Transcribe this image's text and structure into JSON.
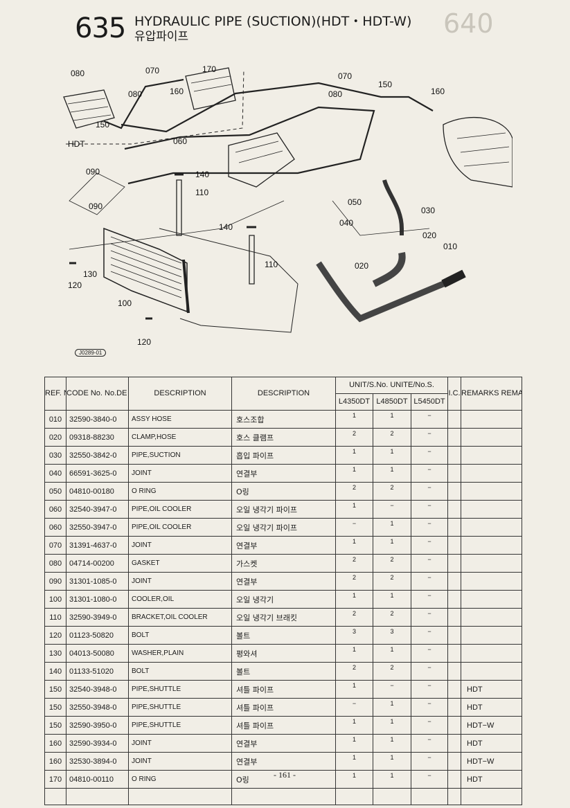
{
  "header": {
    "group_no": "635",
    "title": "HYDRAULIC PIPE (SUCTION)(HDT・HDT-W)",
    "title_kor": "유압파이프",
    "ghost_no": "640"
  },
  "diagram": {
    "callouts": [
      "080",
      "070",
      "170",
      "160",
      "080",
      "150",
      "060",
      "HDT",
      "090",
      "090",
      "140",
      "110",
      "140",
      "110",
      "130",
      "120",
      "100",
      "120",
      "070",
      "080",
      "150",
      "160",
      "050",
      "040",
      "030",
      "020",
      "010",
      "020"
    ],
    "drawing_code": "J0289-01"
  },
  "table": {
    "headers": {
      "ref": "REF. No.",
      "code": "CODE No. No.DE CODE",
      "description": "DESCRIPTION",
      "description_kor": "DESCRIPTION",
      "unit": "UNIT/S.No. UNITE/No.S.",
      "models": [
        "L4350DT",
        "L4850DT",
        "L5450DT"
      ],
      "ic": "I.C.",
      "remarks": "REMARKS REMARQUES"
    },
    "rows": [
      {
        "ref": "010",
        "code": "32590-3840-0",
        "desc": "ASSY HOSE",
        "kor": "호스조합",
        "q1": "1",
        "q2": "1",
        "q3": "−",
        "remarks": ""
      },
      {
        "ref": "020",
        "code": "09318-88230",
        "desc": "CLAMP,HOSE",
        "kor": "호스 클램프",
        "q1": "2",
        "q2": "2",
        "q3": "−",
        "remarks": ""
      },
      {
        "ref": "030",
        "code": "32550-3842-0",
        "desc": "PIPE,SUCTION",
        "kor": "흡입 파이프",
        "q1": "1",
        "q2": "1",
        "q3": "−",
        "remarks": ""
      },
      {
        "ref": "040",
        "code": "66591-3625-0",
        "desc": "JOINT",
        "kor": "연결부",
        "q1": "1",
        "q2": "1",
        "q3": "−",
        "remarks": ""
      },
      {
        "ref": "050",
        "code": "04810-00180",
        "desc": "O RING",
        "kor": "O링",
        "q1": "2",
        "q2": "2",
        "q3": "−",
        "remarks": ""
      },
      {
        "ref": "060",
        "code": "32540-3947-0",
        "desc": "PIPE,OIL COOLER",
        "kor": "오일 냉각기 파이프",
        "q1": "1",
        "q2": "−",
        "q3": "−",
        "remarks": ""
      },
      {
        "ref": "060",
        "code": "32550-3947-0",
        "desc": "PIPE,OIL COOLER",
        "kor": "오일 냉각기 파이프",
        "q1": "−",
        "q2": "1",
        "q3": "−",
        "remarks": ""
      },
      {
        "ref": "070",
        "code": "31391-4637-0",
        "desc": "JOINT",
        "kor": "연결부",
        "q1": "1",
        "q2": "1",
        "q3": "−",
        "remarks": ""
      },
      {
        "ref": "080",
        "code": "04714-00200",
        "desc": "GASKET",
        "kor": "가스켓",
        "q1": "2",
        "q2": "2",
        "q3": "−",
        "remarks": ""
      },
      {
        "ref": "090",
        "code": "31301-1085-0",
        "desc": "JOINT",
        "kor": "연결부",
        "q1": "2",
        "q2": "2",
        "q3": "−",
        "remarks": ""
      },
      {
        "ref": "100",
        "code": "31301-1080-0",
        "desc": "COOLER,OIL",
        "kor": "오일 냉각기",
        "q1": "1",
        "q2": "1",
        "q3": "−",
        "remarks": ""
      },
      {
        "ref": "110",
        "code": "32590-3949-0",
        "desc": "BRACKET,OIL COOLER",
        "kor": "오일 냉각기 브래킷",
        "q1": "2",
        "q2": "2",
        "q3": "−",
        "remarks": ""
      },
      {
        "ref": "120",
        "code": "01123-50820",
        "desc": "BOLT",
        "kor": "볼트",
        "q1": "3",
        "q2": "3",
        "q3": "−",
        "remarks": ""
      },
      {
        "ref": "130",
        "code": "04013-50080",
        "desc": "WASHER,PLAIN",
        "kor": "평와셔",
        "q1": "1",
        "q2": "1",
        "q3": "−",
        "remarks": ""
      },
      {
        "ref": "140",
        "code": "01133-51020",
        "desc": "BOLT",
        "kor": "볼트",
        "q1": "2",
        "q2": "2",
        "q3": "−",
        "remarks": ""
      },
      {
        "ref": "150",
        "code": "32540-3948-0",
        "desc": "PIPE,SHUTTLE",
        "kor": "셔틀 파이프",
        "q1": "1",
        "q2": "−",
        "q3": "−",
        "remarks": "HDT"
      },
      {
        "ref": "150",
        "code": "32550-3948-0",
        "desc": "PIPE,SHUTTLE",
        "kor": "셔틀 파이프",
        "q1": "−",
        "q2": "1",
        "q3": "−",
        "remarks": "HDT"
      },
      {
        "ref": "150",
        "code": "32590-3950-0",
        "desc": "PIPE,SHUTTLE",
        "kor": "셔틀 파이프",
        "q1": "1",
        "q2": "1",
        "q3": "−",
        "remarks": "HDT−W"
      },
      {
        "ref": "160",
        "code": "32590-3934-0",
        "desc": "JOINT",
        "kor": "연결부",
        "q1": "1",
        "q2": "1",
        "q3": "−",
        "remarks": "HDT"
      },
      {
        "ref": "160",
        "code": "32530-3894-0",
        "desc": "JOINT",
        "kor": "연결부",
        "q1": "1",
        "q2": "1",
        "q3": "−",
        "remarks": "HDT−W"
      },
      {
        "ref": "170",
        "code": "04810-00110",
        "desc": "O RING",
        "kor": "O링",
        "q1": "1",
        "q2": "1",
        "q3": "−",
        "remarks": "HDT"
      }
    ]
  },
  "footer": {
    "page": "- 161 -"
  }
}
